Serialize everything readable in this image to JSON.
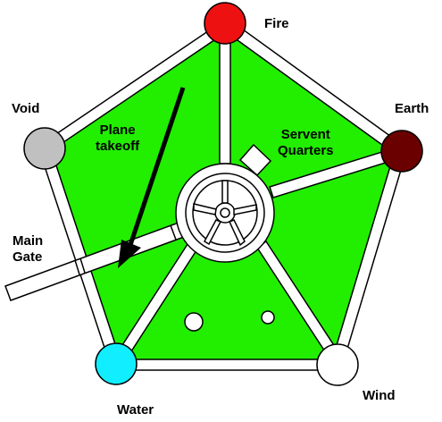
{
  "colors": {
    "field": "#22ee00",
    "outline": "#000000",
    "road": "#ffffff",
    "fire": "#ee1111",
    "earth": "#6b0000",
    "void": "#c0c0c0",
    "water": "#11eeff",
    "wind": "#ffffff",
    "arrow": "#000000"
  },
  "elements": [
    {
      "name": "Fire",
      "color_key": "fire"
    },
    {
      "name": "Earth",
      "color_key": "earth"
    },
    {
      "name": "Wind",
      "color_key": "wind"
    },
    {
      "name": "Water",
      "color_key": "water"
    },
    {
      "name": "Void",
      "color_key": "void"
    }
  ],
  "labels": {
    "fire": "Fire",
    "earth": "Earth",
    "wind": "Wind",
    "water": "Water",
    "void": "Void",
    "plane_takeoff_line1": "Plane",
    "plane_takeoff_line2": "takeoff",
    "servent_quarters_line1": "Servent",
    "servent_quarters_line2": "Quarters",
    "main_gate_line1": "Main",
    "main_gate_line2": "Gate"
  },
  "icons": {
    "arrow": "arrow-down-left-icon",
    "hub": "wheel-hub-icon"
  }
}
